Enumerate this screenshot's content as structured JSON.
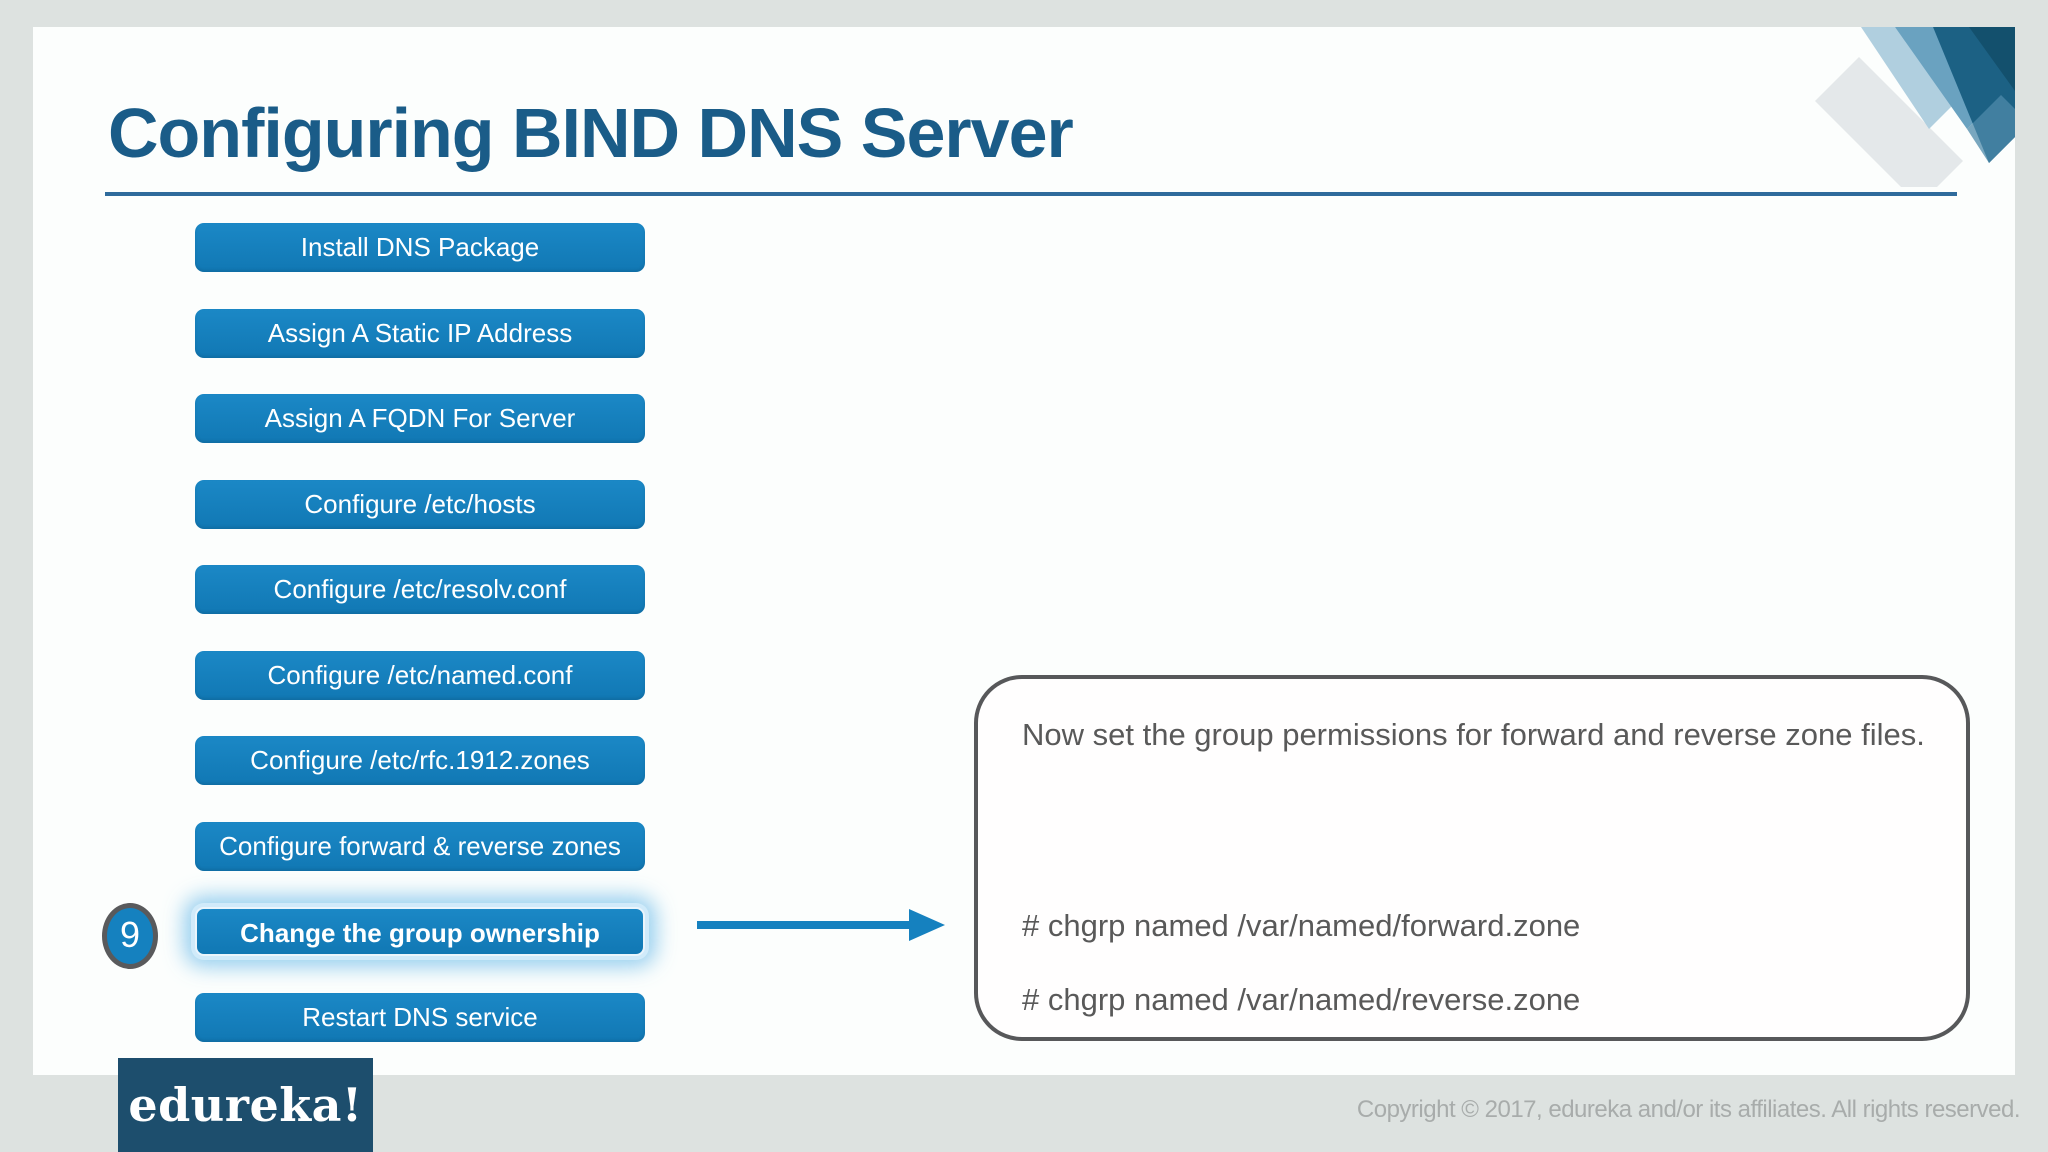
{
  "header": {
    "title": "Configuring BIND DNS Server"
  },
  "steps": {
    "active_step_number": "9",
    "items": [
      {
        "label": "Install DNS Package",
        "highlighted": false
      },
      {
        "label": "Assign A Static IP Address",
        "highlighted": false
      },
      {
        "label": "Assign A FQDN For Server",
        "highlighted": false
      },
      {
        "label": "Configure /etc/hosts",
        "highlighted": false
      },
      {
        "label": "Configure /etc/resolv.conf",
        "highlighted": false
      },
      {
        "label": "Configure /etc/named.conf",
        "highlighted": false
      },
      {
        "label": "Configure /etc/rfc.1912.zones",
        "highlighted": false
      },
      {
        "label": "Configure forward & reverse zones",
        "highlighted": false
      },
      {
        "label": "Change the group ownership",
        "highlighted": true
      },
      {
        "label": "Restart DNS service",
        "highlighted": false
      }
    ]
  },
  "callout": {
    "description": "Now set the group permissions for forward and reverse zone files.",
    "commands": [
      "# chgrp named /var/named/forward.zone",
      "# chgrp named /var/named/reverse.zone"
    ]
  },
  "footer": {
    "logo_text": "edureka!",
    "copyright": "Copyright © 2017, edureka and/or its affiliates. All rights reserved."
  },
  "colors": {
    "button_blue": "#1581bf",
    "title_blue": "#1a5c88",
    "divider_blue": "#2f6b9c",
    "logo_teal": "#1d4e6d",
    "callout_border": "#57585a",
    "callout_text": "#595959",
    "glow": "#7dc3eb",
    "bezel": "#dde2e0"
  }
}
